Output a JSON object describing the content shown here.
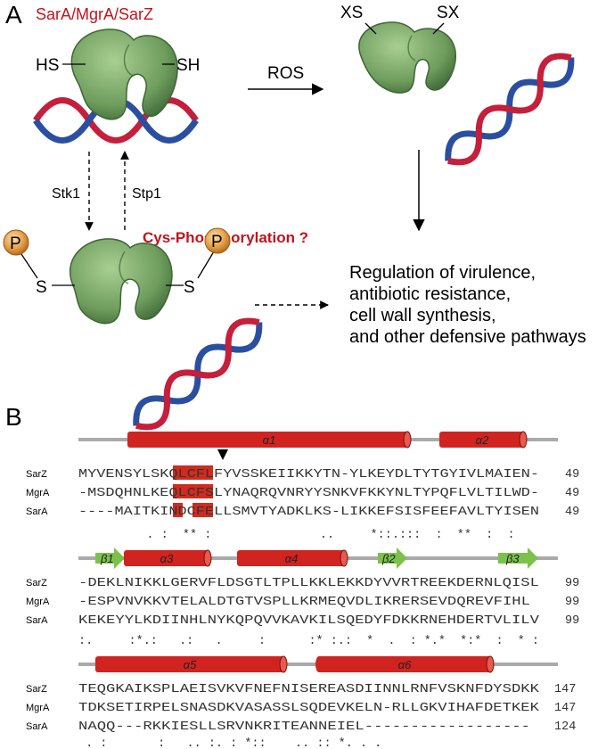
{
  "panel_a": {
    "label": "A",
    "protein_title": "SarA/MgrA/SarZ",
    "thiol_left": "HS",
    "thiol_right": "SH",
    "oxidized_left": "XS",
    "oxidized_right": "SX",
    "ros_label": "ROS",
    "kinase_label": "Stk1",
    "phosphatase_label": "Stp1",
    "phospho_question": "Cys-Phosphorylation ?",
    "phospho_letter": "P",
    "sulfur": "S",
    "outcome": [
      "Regulation of virulence,",
      "antibiotic resistance,",
      "cell wall synthesis,",
      "and other defensive pathways"
    ]
  },
  "panel_b": {
    "label": "B",
    "blocks": [
      {
        "topology": {
          "helices": [
            {
              "label": "α1"
            },
            {
              "label": "α2"
            }
          ],
          "strands": []
        },
        "rows": [
          {
            "name": "SarZ",
            "seq": "MYVENSYLSKQLCFLFYVSSKEIIKKYTN-YLKEYDLTYTGYIVLMAIEN-",
            "end": "49",
            "highlight": [
              10,
              13
            ]
          },
          {
            "name": "MgrA",
            "seq": "-MSDQHNLKEQLCFSLYNAQRQVNRYYSNKVFKKYNLTYPQFLVLTILWD-",
            "end": "49",
            "highlight": [
              10,
              13
            ]
          },
          {
            "name": "SarA",
            "seq": "----MAITKINDCFELLSMVTYADKLKS-LIKKEFSISFEEFAVLTYISEN",
            "end": "49",
            "highlight": [
              10,
              10,
              12,
              12
            ]
          }
        ],
        "consensus": "    . :  ** :               ..     *::.:::  :  **  :  :"
      },
      {
        "topology": {
          "helices": [
            {
              "label": "α3"
            },
            {
              "label": "α4"
            }
          ],
          "strands": [
            {
              "label": "β1"
            },
            {
              "label": "β2"
            },
            {
              "label": "β3"
            }
          ]
        },
        "rows": [
          {
            "name": "SarZ",
            "seq": "-DEKLNIKKLGERVFLDSGTLTPLLKKLEKKDYVVRTREEKDERNLQISL",
            "end": "99"
          },
          {
            "name": "MgrA",
            "seq": "-ESPVNVKKVTELALDTGTVSPLLKRMEQVDLIKRERSEVDQREVFIHL",
            "end": "99"
          },
          {
            "name": "SarA",
            "seq": "KEKEYYLKDIINHLNYKQPQVVKAVKILSQEDYFDKKRNEHDERTVLILV",
            "end": "99"
          }
        ],
        "consensus": ":.     :*.:   .:   .     :      :* :.:  *  .  : *.*  *:*  :  * :"
      },
      {
        "topology": {
          "helices": [
            {
              "label": "α5"
            },
            {
              "label": "α6"
            }
          ],
          "strands": []
        },
        "rows": [
          {
            "name": "SarZ",
            "seq": "TEQGKAIKSPLAEISVKVFNEFNISEREASDIINNLRNFVSKNFDYSDKK",
            "end": "147"
          },
          {
            "name": "MgrA",
            "seq": "TDKSETIRPELSNASDKVASASSLSQDEVKELN-RLLGKVIHAFDETKEK",
            "end": "147"
          },
          {
            "name": "SarA",
            "seq": "NAQQ---RKKIESLLSRVNKRITEANNEIEL------------------",
            "end": "124"
          }
        ],
        "consensus": " . :       :   .. :. : *::    .. :: *. . ."
      }
    ]
  },
  "colors": {
    "helix": "#d1231f",
    "strand": "#7cc24a",
    "protein": "#7fae6b",
    "protein_dark": "#4f7d45",
    "dna_red": "#c41f3b",
    "dna_blue": "#2b4fa0",
    "phospho": "#e29a3a",
    "highlight": "#d12a1e"
  }
}
